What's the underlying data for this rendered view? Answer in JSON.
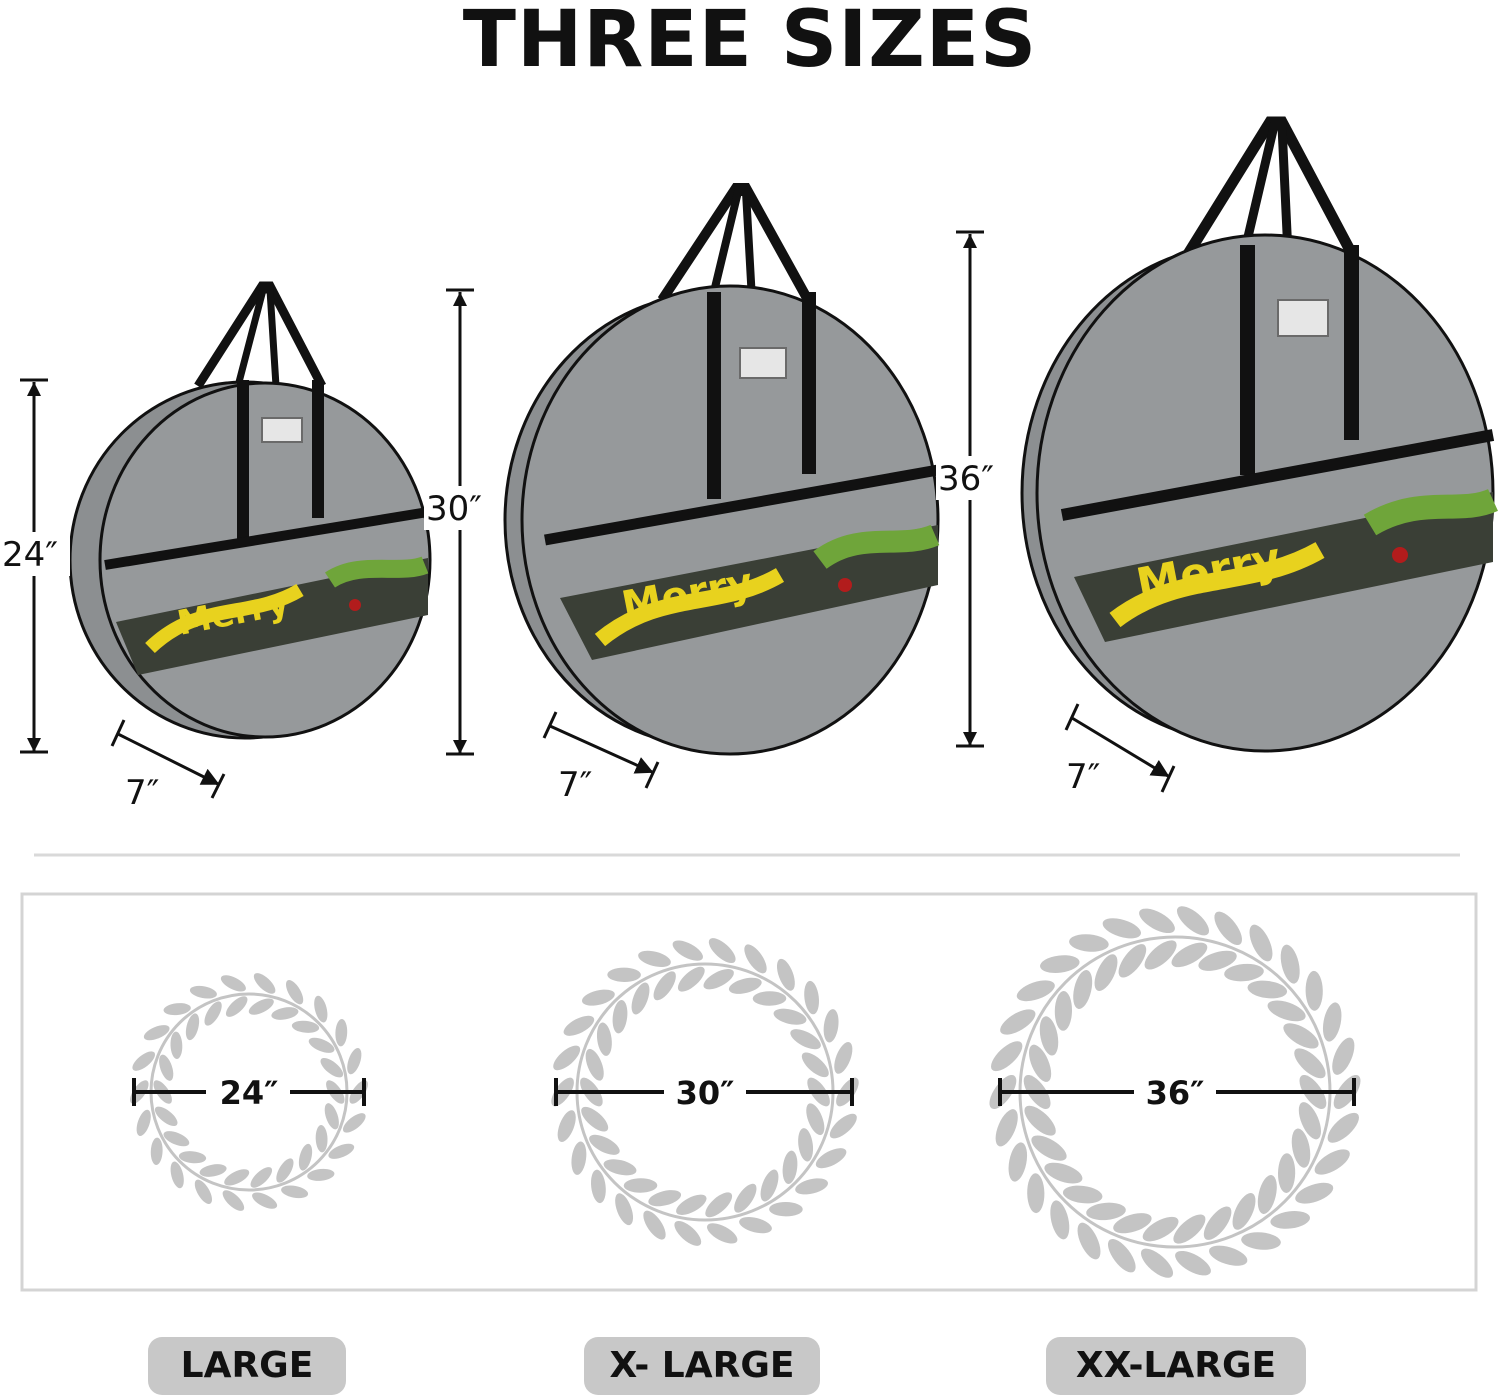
{
  "title": "THREE SIZES",
  "colors": {
    "bag_fill": "#8f9294",
    "bag_outline": "#111111",
    "window_yellow": "#e8d21e",
    "window_green": "#6fa53a",
    "wreath_leaf": "#c4c4c4",
    "pill_bg": "#c8c8c8",
    "divider": "#d9d9d9"
  },
  "bags": [
    {
      "height_label": "24″",
      "depth_label": "7″",
      "window_text": "Merry"
    },
    {
      "height_label": "30″",
      "depth_label": "7″",
      "window_text": "Merry"
    },
    {
      "height_label": "36″",
      "depth_label": "7″",
      "window_text": "Merry"
    }
  ],
  "wreaths": [
    {
      "diameter_label": "24″"
    },
    {
      "diameter_label": "30″"
    },
    {
      "diameter_label": "36″"
    }
  ],
  "size_labels": [
    "LARGE",
    "X- LARGE",
    "XX-LARGE"
  ]
}
